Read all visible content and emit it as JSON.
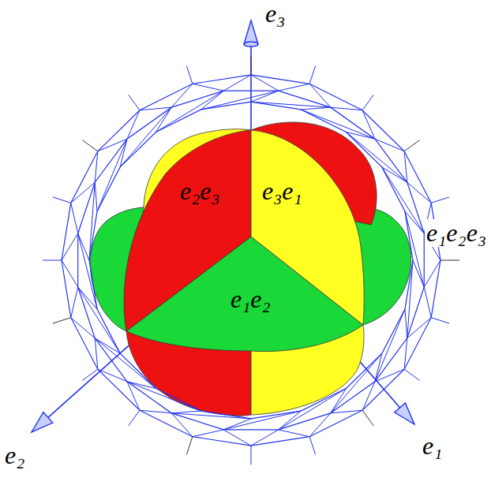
{
  "diagram": {
    "labels": [
      "e₃",
      "e₂",
      "e₁",
      "e₁e₂e₃",
      "e₂e₃",
      "e₃e₁",
      "e₁e₂"
    ]
  }
}
